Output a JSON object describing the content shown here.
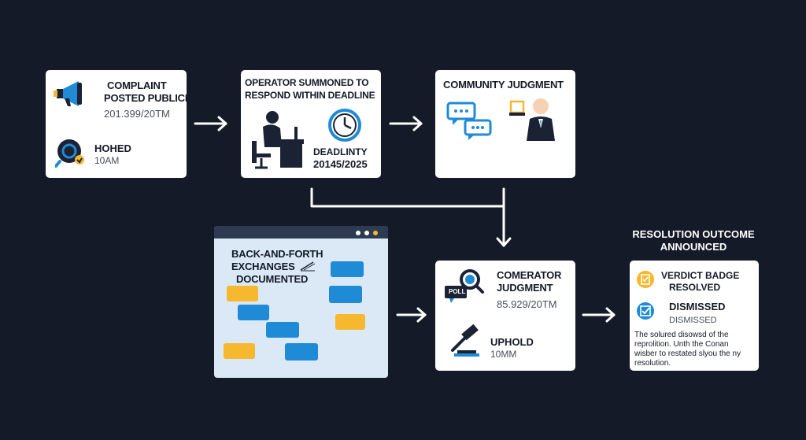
{
  "step_complaint": {
    "title_line1": "COMPLAINT",
    "title_line2": "POSTED PUBLICLY",
    "code": "201.399/20TM",
    "sub_title": "HOHED",
    "sub_time": "10AM"
  },
  "step_operator": {
    "title_line1": "OPERATOR SUMMONED TO",
    "title_line2": "RESPOND WITHIN DEADLINE",
    "deadline_label": "DEADLINTY",
    "deadline_date": "20145/2025"
  },
  "step_community": {
    "title": "COMMUNITY JUDGMENT"
  },
  "step_exchanges": {
    "title_line1": "BACK-AND-FORTH",
    "title_line2": "EXCHANGES",
    "title_line3": "DOCUMENTED"
  },
  "step_comerator": {
    "title_line1": "COMERATOR",
    "title_line2": "JUDGMENT",
    "poll_label": "POLL",
    "code": "85.929/20TM",
    "uphold_label": "UPHOLD",
    "uphold_time": "10MM"
  },
  "step_resolution": {
    "heading_line1": "RESOLUTION OUTCOME",
    "heading_line2": "ANNOUNCED",
    "verdict_line1": "VERDICT BADGE",
    "verdict_line2": "RESOLVED",
    "dismissed_title": "DISMISSED",
    "dismissed_sub": "DISMISSED",
    "description": "The solured disowsd of the reprolition. Unth the Conan wisber to restated slyou the ny resolution."
  },
  "colors": {
    "background": "#141a27",
    "card": "#ffffff",
    "accent_blue": "#1f8ad6",
    "accent_yellow": "#f5b82e",
    "dark_navy": "#1b2233",
    "light_panel": "#dbe9f7"
  }
}
